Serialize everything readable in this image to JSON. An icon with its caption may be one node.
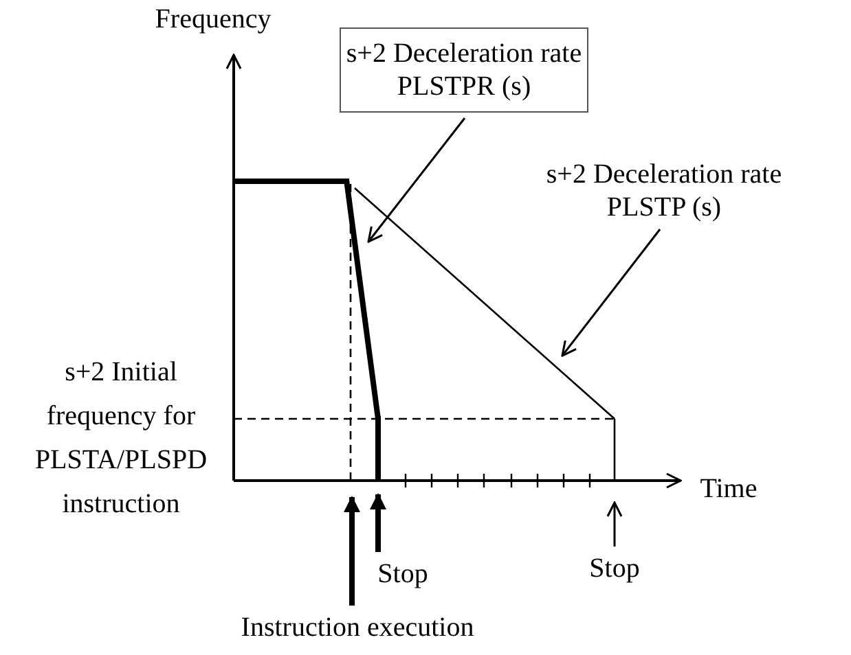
{
  "diagram": {
    "nodes": [
      {
        "text": [
          "s+2 Deceleration rate PLSTPR (s)"
        ]
      },
      {
        "text": [],
        "shape": "line"
      },
      {
        "text": [
          "s+2 Deceleration rate PLSTP (s)"
        ]
      },
      {
        "text": [],
        "shape": "line"
      },
      {
        "text": [
          "Stop"
        ]
      },
      {
        "text": [
          "Stop"
        ]
      },
      {
        "text": [
          "Instruction execution"
        ]
      }
    ],
    "edges": [
      {
        "from": 0,
        "to": 1,
        "arrow": "to"
      },
      {
        "from": 2,
        "to": 3,
        "arrow": "to"
      },
      {
        "from": 6,
        "to": null,
        "arrow": "to",
        "style": "thick"
      },
      {
        "from": 4,
        "to": null,
        "arrow": "to",
        "style": "thick"
      },
      {
        "from": 5,
        "to": null,
        "arrow": "to"
      }
    ],
    "labels": [
      "Frequency",
      "Time",
      "s+2 Initial frequency for PLSTA/PLSPD instruction"
    ]
  }
}
